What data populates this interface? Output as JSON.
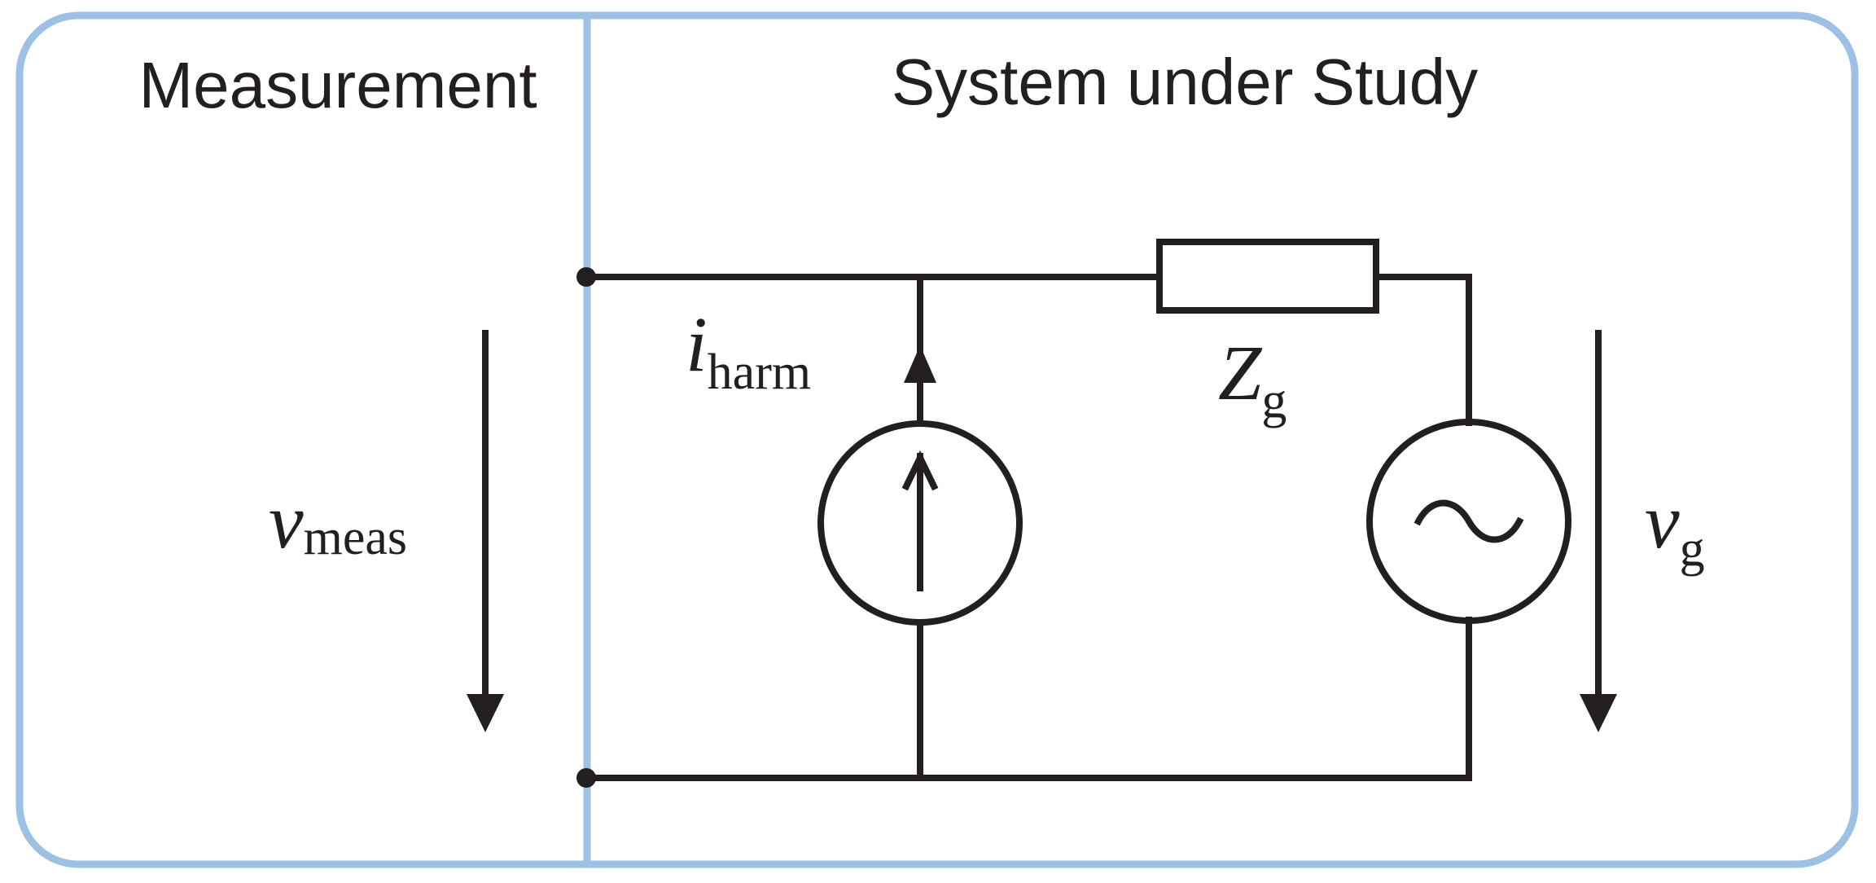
{
  "sections": {
    "measurement": {
      "title": "Measurement"
    },
    "system": {
      "title": "System under Study"
    }
  },
  "labels": {
    "v_meas": {
      "symbol": "v",
      "subscript": "meas"
    },
    "i_harm": {
      "symbol": "i",
      "subscript": "harm"
    },
    "z_g": {
      "symbol": "Z",
      "subscript": "g"
    },
    "v_g": {
      "symbol": "v",
      "subscript": "g"
    }
  },
  "colors": {
    "frame": "#9dc0e5",
    "ink": "#231f20",
    "background": "#ffffff"
  },
  "icons": {
    "current_source": "current-source-icon",
    "voltage_source": "ac-voltage-source-icon",
    "impedance": "impedance-box-icon"
  }
}
